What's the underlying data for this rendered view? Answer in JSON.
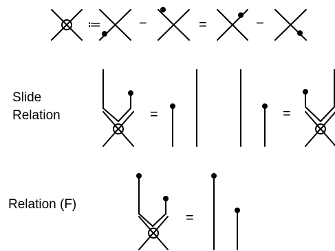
{
  "rows": {
    "row1": {
      "assign_symbol": "≔",
      "minus_symbol": "−",
      "equals_symbol": "="
    },
    "slide": {
      "label_line1": "Slide",
      "label_line2": "Relation",
      "equals_symbol": "="
    },
    "relation_f": {
      "label": "Relation (F)",
      "equals_symbol": "="
    }
  },
  "colors": {
    "stroke": "#000000",
    "background": "#ffffff"
  }
}
